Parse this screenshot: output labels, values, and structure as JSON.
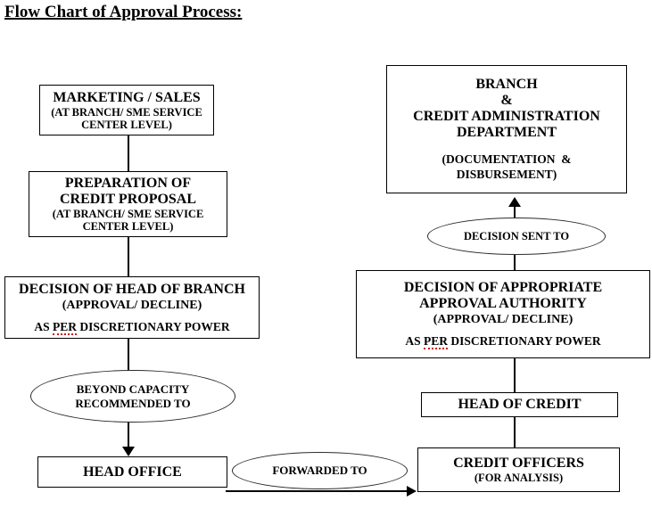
{
  "title": "Flow Chart of Approval Process:",
  "colors": {
    "line": "#000000",
    "text": "#000000",
    "background": "#ffffff",
    "spellcheck_underline": "#cc1111"
  },
  "flowchart": {
    "marketing_sales": {
      "lines": [
        "MARKETING / SALES",
        "(AT BRANCH/ SME SERVICE",
        "CENTER LEVEL)"
      ]
    },
    "preparation": {
      "lines": [
        "PREPARATION OF",
        "CREDIT PROPOSAL",
        "(AT BRANCH/ SME SERVICE",
        "CENTER LEVEL)"
      ]
    },
    "decision_branch": {
      "title": "DECISION OF HEAD OF BRANCH",
      "subtitle": "(APPROVAL/ DECLINE)",
      "note": {
        "pre": "AS",
        "marked": "PER",
        "post": "DISCRETIONARY POWER"
      }
    },
    "beyond_capacity": {
      "lines": [
        "BEYOND CAPACITY",
        "RECOMMENDED TO"
      ]
    },
    "head_office": {
      "title": "HEAD OFFICE"
    },
    "forwarded_to": {
      "label": "FORWARDED TO"
    },
    "branch_admin": {
      "lines": [
        "BRANCH",
        "&",
        "CREDIT ADMINISTRATION",
        "DEPARTMENT"
      ],
      "sub_lines": [
        "(DOCUMENTATION  &",
        "DISBURSEMENT)"
      ]
    },
    "decision_sent_to": {
      "label": "DECISION SENT TO"
    },
    "decision_authority": {
      "title_line1": "DECISION OF APPROPRIATE",
      "title_line2": "APPROVAL AUTHORITY",
      "subtitle": "(APPROVAL/ DECLINE)",
      "note": {
        "pre": "AS",
        "marked": "PER",
        "post": "DISCRETIONARY POWER"
      }
    },
    "head_of_credit": {
      "title": "HEAD OF CREDIT"
    },
    "credit_officers": {
      "title": "CREDIT OFFICERS",
      "subtitle": "(FOR ANALYSIS)"
    }
  }
}
